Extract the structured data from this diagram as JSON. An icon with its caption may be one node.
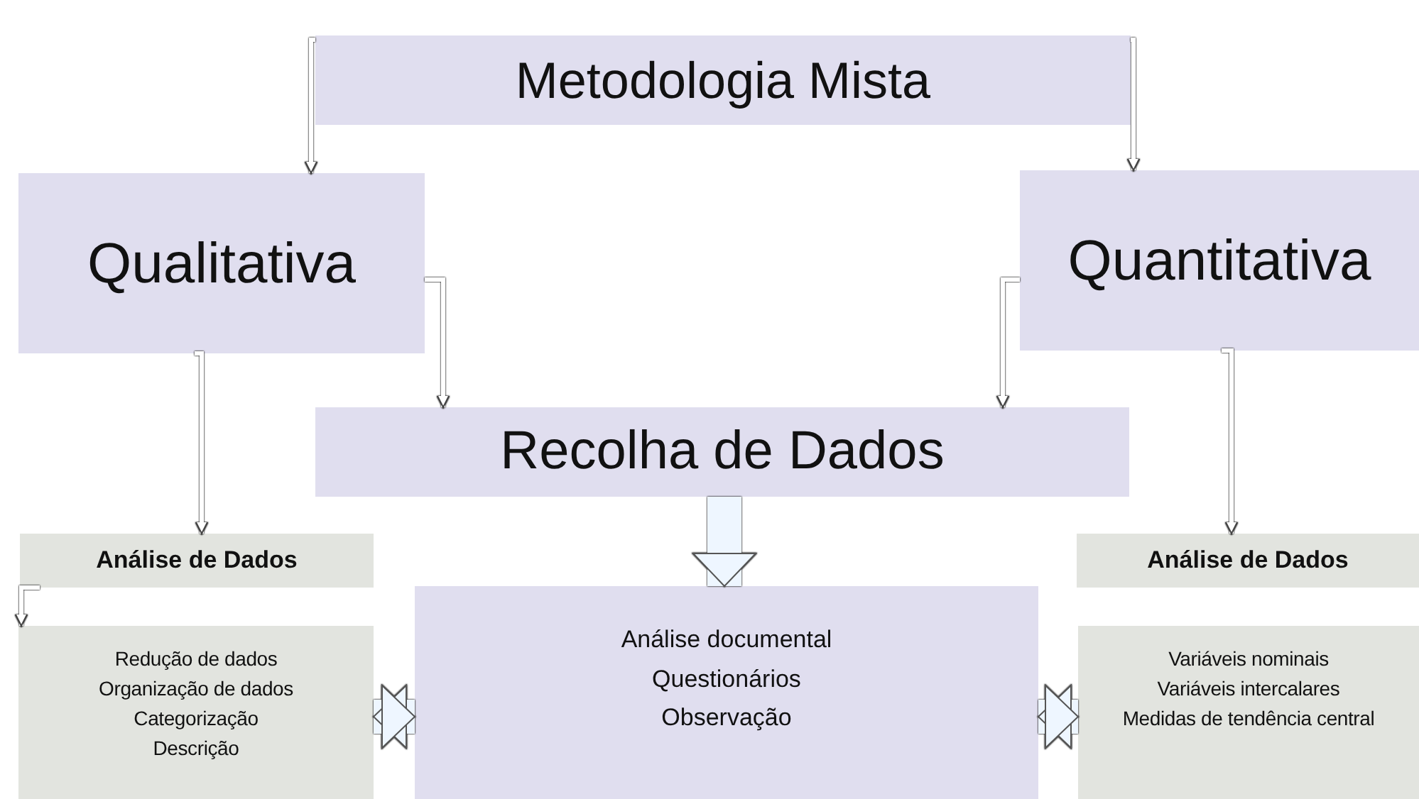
{
  "diagram": {
    "nodes": [
      {
        "text": [
          "Metodologia Mista"
        ]
      },
      {
        "text": [
          "Qualitativa"
        ]
      },
      {
        "text": [
          "Quantitativa"
        ]
      },
      {
        "text": [
          "Recolha de Dados"
        ]
      },
      {
        "text": [
          "Análise de Dados"
        ]
      },
      {
        "text": [
          "Redução de dados",
          "Organização de dados",
          "Categorização",
          "Descrição"
        ]
      },
      {
        "text": [
          "Análise documental",
          "Questionários",
          "Observação"
        ]
      },
      {
        "text": [
          "Análise de Dados"
        ]
      },
      {
        "text": [
          "Variáveis nominais",
          "Variáveis intercalares",
          "Medidas de tendência central"
        ]
      }
    ],
    "edges": [
      {
        "from": 0,
        "to": 1,
        "arrow": "to"
      },
      {
        "from": 0,
        "to": 2,
        "arrow": "to"
      },
      {
        "from": 1,
        "to": 3,
        "arrow": "to"
      },
      {
        "from": 2,
        "to": 3,
        "arrow": "to"
      },
      {
        "from": 1,
        "to": 4,
        "arrow": "to"
      },
      {
        "from": 2,
        "to": 7,
        "arrow": "to"
      },
      {
        "from": 4,
        "to": 5,
        "arrow": "to"
      },
      {
        "from": 3,
        "to": 6,
        "arrow": "to",
        "style": "thick"
      },
      {
        "from": 5,
        "to": 6,
        "arrow": "both",
        "style": "thick"
      },
      {
        "from": 6,
        "to": 8,
        "arrow": "both",
        "style": "thick"
      }
    ]
  }
}
